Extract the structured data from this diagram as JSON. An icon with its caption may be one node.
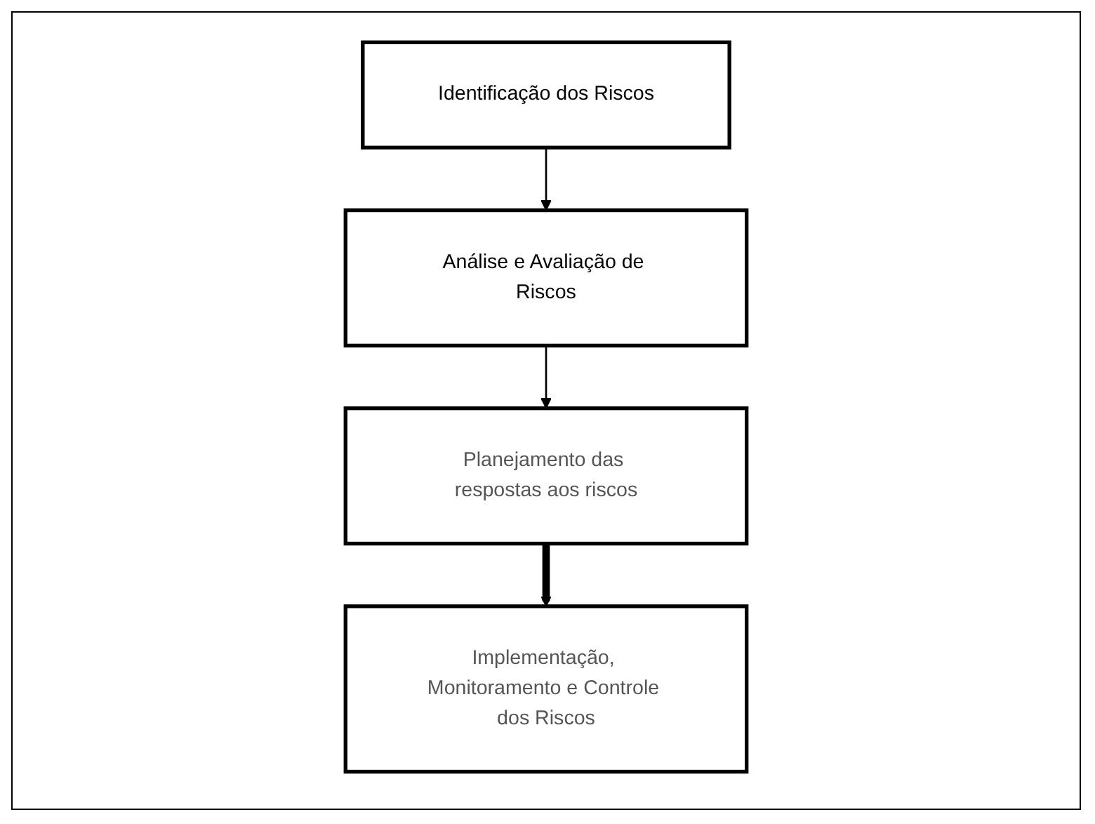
{
  "diagram": {
    "nodes": [
      {
        "text": [
          "Identificação dos Riscos"
        ]
      },
      {
        "text": [
          "Análise e Avaliação de Riscos"
        ]
      },
      {
        "text": [
          "Planejamento das respostas aos riscos"
        ]
      },
      {
        "text": [
          "Implementação, Monitoramento e Controle dos Riscos"
        ]
      }
    ],
    "edges": [
      {
        "from": 0,
        "to": 1,
        "arrow": "to"
      },
      {
        "from": 1,
        "to": 2,
        "arrow": "to"
      },
      {
        "from": 2,
        "to": 3,
        "arrow": "to",
        "style": "thick"
      }
    ]
  }
}
